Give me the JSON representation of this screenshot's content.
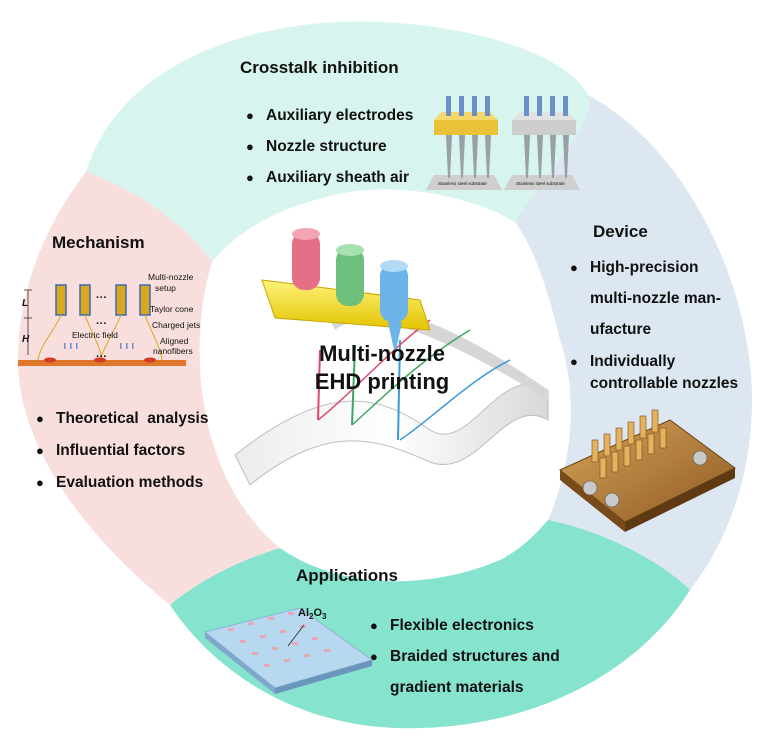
{
  "colors": {
    "crosstalk": "#d7f4ee",
    "device": "#dde7f2",
    "mechanism": "#f9dede",
    "applications": "#86e3cd"
  },
  "crosstalk": {
    "title": "Crosstalk inhibition",
    "items": [
      "Auxiliary electrodes",
      "Nozzle structure",
      "Auxiliary sheath air"
    ],
    "substrate_label_1": "Stainless steel substrate",
    "substrate_label_2": "Stainless steel substrate"
  },
  "device": {
    "title": "Device",
    "item1_lines": [
      "High-precision",
      "multi-nozzle man-",
      "ufacture"
    ],
    "item2_lines": [
      "Individually",
      "controllable nozzles"
    ]
  },
  "mechanism": {
    "title": "Mechanism",
    "items": [
      "Theoretical  analysis",
      "Influential factors",
      "Evaluation methods"
    ],
    "diagram_labels": {
      "setup_1": "Multi-nozzle",
      "setup_2": "setup",
      "taylor": "Taylor cone",
      "jets": "Charged jets",
      "aligned_1": "Aligned",
      "aligned_2": "nanofibers",
      "field": "Electric field",
      "L": "L",
      "H": "H",
      "dots_1": "···",
      "dots_2": "···",
      "dots_3": "···"
    }
  },
  "center": {
    "title_line1": "Multi-nozzle",
    "title_line2": "EHD printing"
  },
  "applications": {
    "title": "Applications",
    "items_line1": "Flexible electronics",
    "items_line2a": "Braided structures and",
    "items_line2b": "gradient materials",
    "material_label": "Al",
    "material_sub1": "2",
    "material_mid": "O",
    "material_sub2": "3"
  }
}
